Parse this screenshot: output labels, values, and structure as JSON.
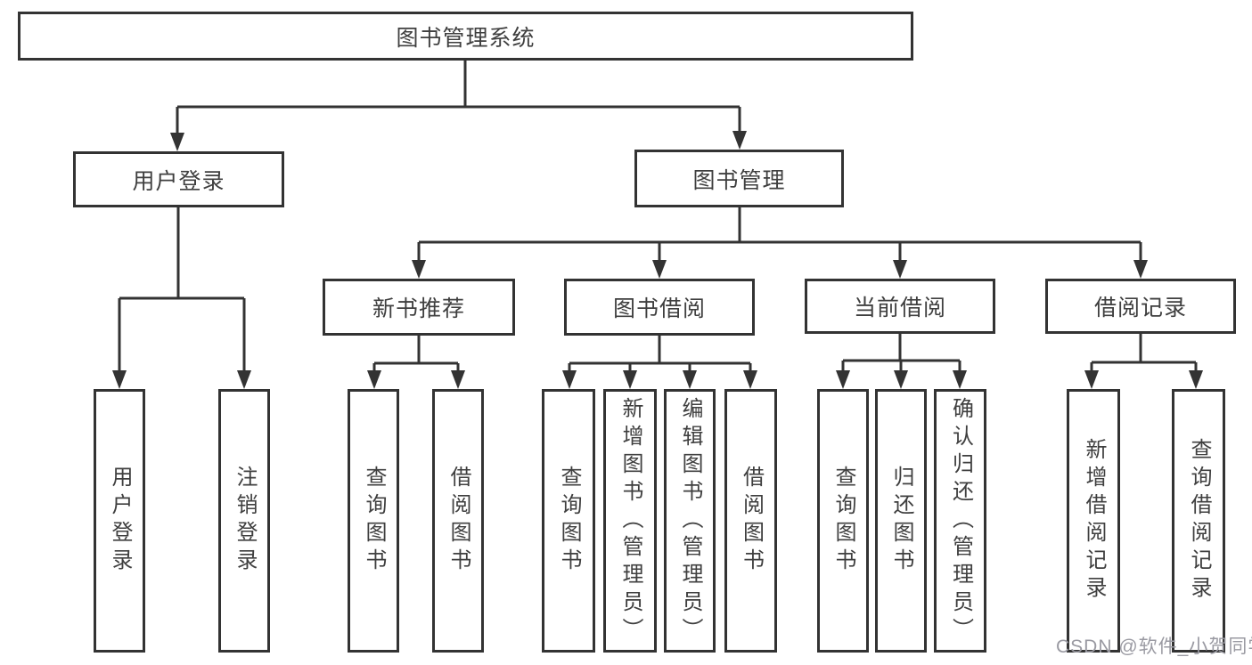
{
  "tree": {
    "label": "图书管理系统",
    "children": [
      {
        "label": "用户登录",
        "children": [
          {
            "label": "用户登录"
          },
          {
            "label": "注销登录"
          }
        ]
      },
      {
        "label": "图书管理",
        "children": [
          {
            "label": "新书推荐",
            "children": [
              {
                "label": "查询图书"
              },
              {
                "label": "借阅图书"
              }
            ]
          },
          {
            "label": "图书借阅",
            "children": [
              {
                "label": "查询图书"
              },
              {
                "label": "新增图书（管理员）"
              },
              {
                "label": "编辑图书（管理员）"
              },
              {
                "label": "借阅图书"
              }
            ]
          },
          {
            "label": "当前借阅",
            "children": [
              {
                "label": "查询图书"
              },
              {
                "label": "归还图书"
              },
              {
                "label": "确认归还（管理员）"
              }
            ]
          },
          {
            "label": "借阅记录",
            "children": [
              {
                "label": "新增借阅记录"
              },
              {
                "label": "查询借阅记录"
              }
            ]
          }
        ]
      }
    ]
  },
  "watermark": "CSDN @软件_小贺同学",
  "colors": {
    "line": "#333333",
    "text": "#3f3f3f",
    "watermark": "#9a9aa2",
    "box_bg": "#ffffff"
  }
}
